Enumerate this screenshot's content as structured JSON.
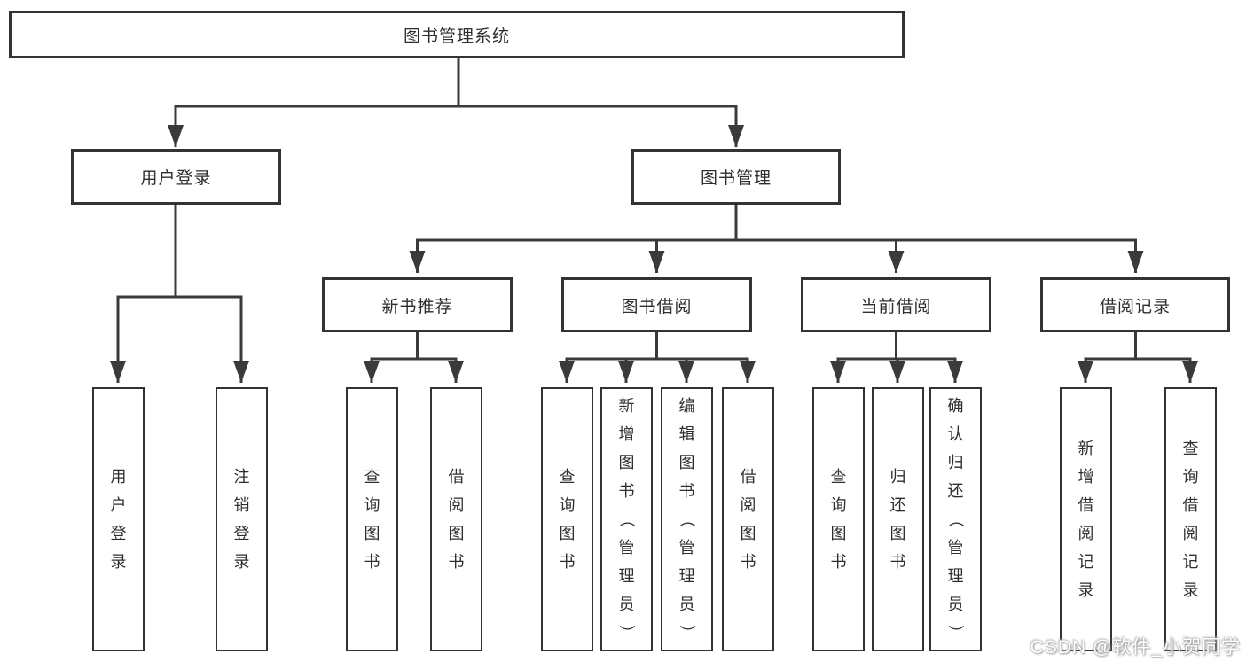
{
  "tree": {
    "label": "图书管理系统",
    "children": [
      {
        "label": "用户登录",
        "children": [
          {
            "label": "用户登录"
          },
          {
            "label": "注销登录"
          }
        ]
      },
      {
        "label": "图书管理",
        "children": [
          {
            "label": "新书推荐",
            "children": [
              {
                "label": "查询图书"
              },
              {
                "label": "借阅图书"
              }
            ]
          },
          {
            "label": "图书借阅",
            "children": [
              {
                "label": "查询图书"
              },
              {
                "label": "新增图书（管理员）"
              },
              {
                "label": "编辑图书（管理员）"
              },
              {
                "label": "借阅图书"
              }
            ]
          },
          {
            "label": "当前借阅",
            "children": [
              {
                "label": "查询图书"
              },
              {
                "label": "归还图书"
              },
              {
                "label": "确认归还（管理员）"
              }
            ]
          },
          {
            "label": "借阅记录",
            "children": [
              {
                "label": "新增借阅记录"
              },
              {
                "label": "查询借阅记录"
              }
            ]
          }
        ]
      }
    ]
  },
  "watermark": {
    "text": "CSDN @软件_小贺同学"
  },
  "colors": {
    "line": "#3a3a3a",
    "border": "#333333",
    "text": "#2e2e2e",
    "background": "#ffffff",
    "watermark_text": "#ffffff"
  }
}
